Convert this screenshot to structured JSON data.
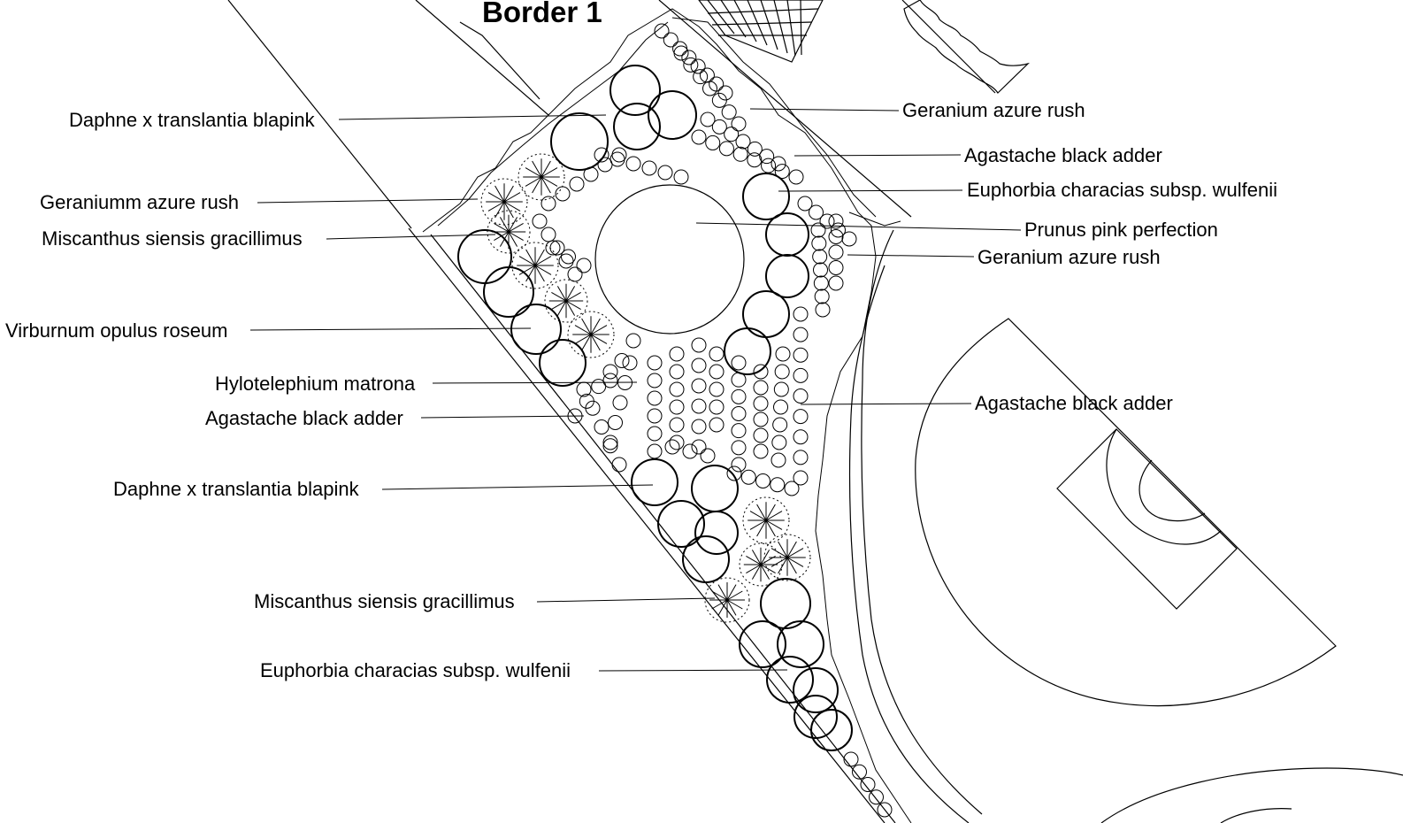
{
  "title": "Border 1",
  "labels": {
    "daphne_1": "Daphne x translantia blapink",
    "geraniumm": "Geraniumm azure rush",
    "miscanthus_1": "Miscanthus siensis gracillimus",
    "viburnum": "Virburnum opulus roseum",
    "hylotelephium": "Hylotelephium matrona",
    "agastache_left": "Agastache black adder",
    "daphne_2": "Daphne x translantia blapink",
    "miscanthus_2": "Miscanthus siensis gracillimus",
    "euphorbia_left": "Euphorbia characias subsp. wulfenii",
    "geranium_top": "Geranium azure rush",
    "agastache_top": "Agastache black adder",
    "euphorbia_right": "Euphorbia characias subsp. wulfenii",
    "prunus": "Prunus pink perfection",
    "geranium_right": "Geranium azure rush",
    "agastache_right": "Agastache black adder"
  },
  "colors": {
    "ink": "#000000",
    "background": "#ffffff"
  }
}
